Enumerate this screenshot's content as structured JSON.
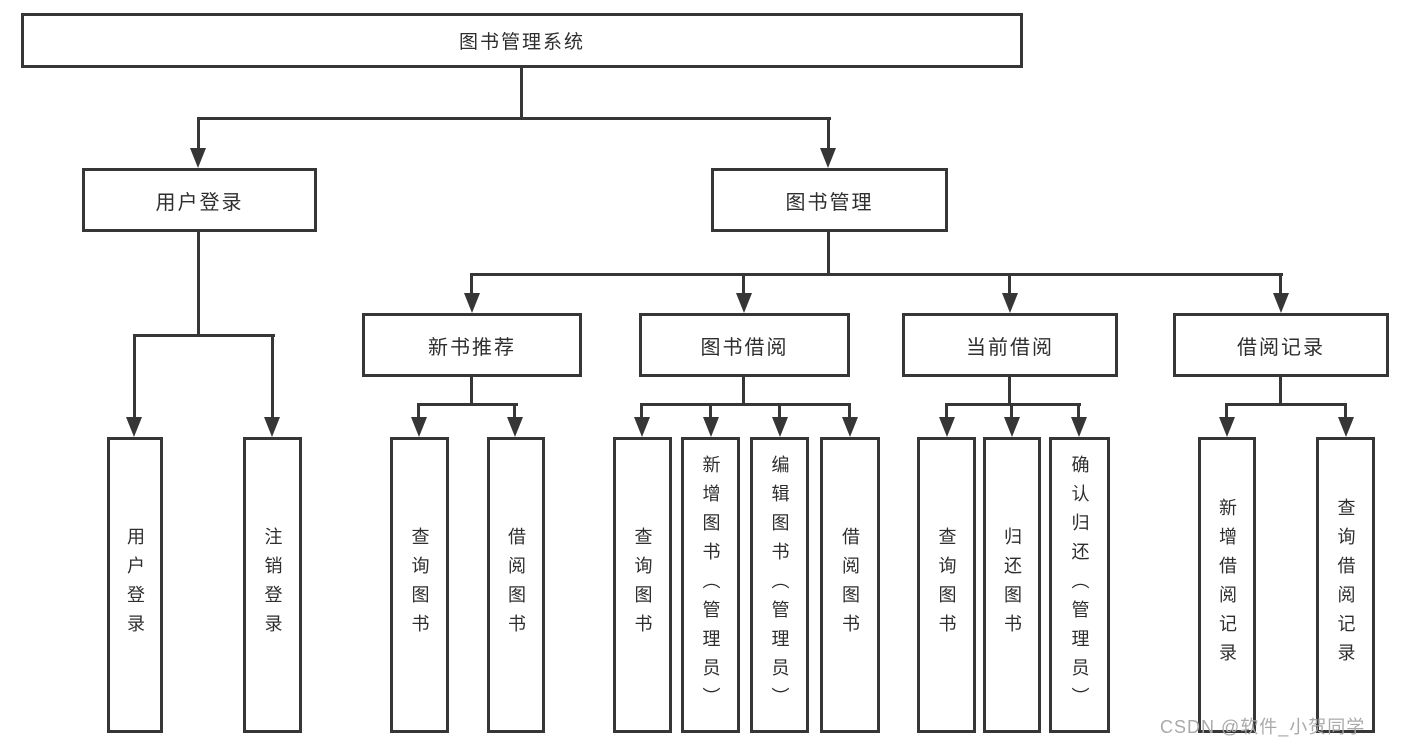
{
  "canvas": {
    "background": "#ffffff",
    "line_color": "#363636",
    "text_color": "#2e2e2e",
    "watermark_color": "#a9a9a9"
  },
  "watermark": "CSDN @软件_小贺同学",
  "tree": {
    "root": "图书管理系统",
    "branches": [
      {
        "label": "用户登录",
        "leaves": [
          "用户登录",
          "注销登录"
        ]
      },
      {
        "label": "图书管理",
        "groups": [
          {
            "label": "新书推荐",
            "leaves": [
              "查询图书",
              "借阅图书"
            ]
          },
          {
            "label": "图书借阅",
            "leaves": [
              "查询图书",
              "新增图书（管理员）",
              "编辑图书（管理员）",
              "借阅图书"
            ]
          },
          {
            "label": "当前借阅",
            "leaves": [
              "查询图书",
              "归还图书",
              "确认归还（管理员）"
            ]
          },
          {
            "label": "借阅记录",
            "leaves": [
              "新增借阅记录",
              "查询借阅记录"
            ]
          }
        ]
      }
    ]
  }
}
